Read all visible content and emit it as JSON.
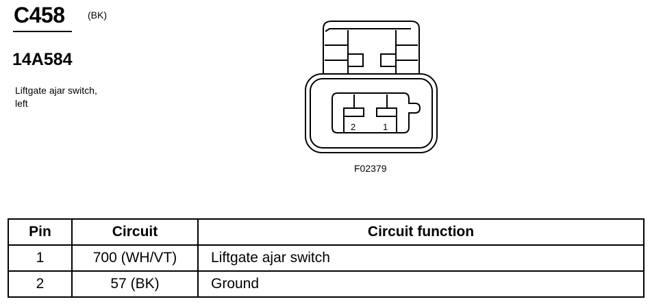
{
  "connector": {
    "id": "C458",
    "color_code": "(BK)",
    "part_number": "14A584",
    "description": [
      "Liftgate ajar switch,",
      "left"
    ]
  },
  "diagram": {
    "figure_id": "F02379",
    "pins": [
      "2",
      "1"
    ]
  },
  "table": {
    "headers": [
      "Pin",
      "Circuit",
      "Circuit function"
    ],
    "rows": [
      {
        "pin": "1",
        "circuit": "700 (WH/VT)",
        "function": "Liftgate ajar switch"
      },
      {
        "pin": "2",
        "circuit": "57 (BK)",
        "function": "Ground"
      }
    ]
  }
}
